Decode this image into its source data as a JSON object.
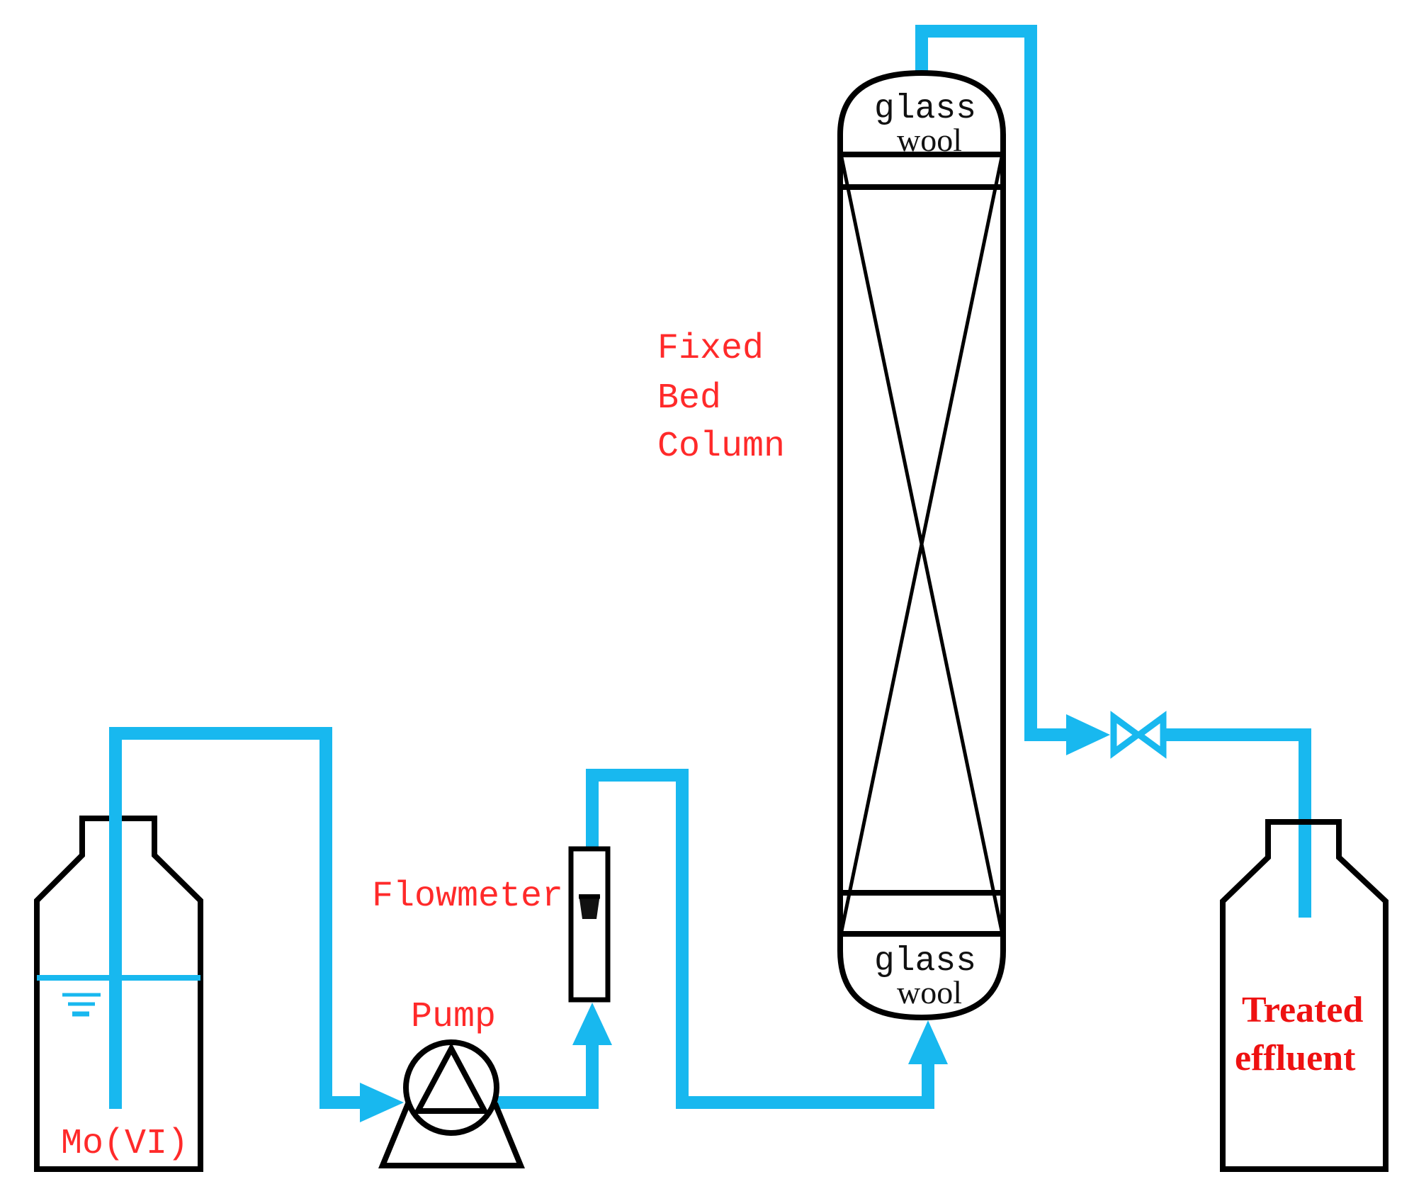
{
  "labels": {
    "feed": "Mo(VI)",
    "pump": "Pump",
    "flowmeter": "Flowmeter",
    "column_line1": "Fixed",
    "column_line2": "Bed",
    "column_line3": "Column",
    "top_pack_line1": "glass",
    "top_pack_line2": "wool",
    "bottom_pack_line1": "glass",
    "bottom_pack_line2": "wool",
    "effluent_line1": "Treated",
    "effluent_line2": "effluent"
  },
  "colors": {
    "pipe": "#18b8ef",
    "label": "#ff2a2a",
    "equipment": "#000000",
    "background": "#ffffff"
  }
}
